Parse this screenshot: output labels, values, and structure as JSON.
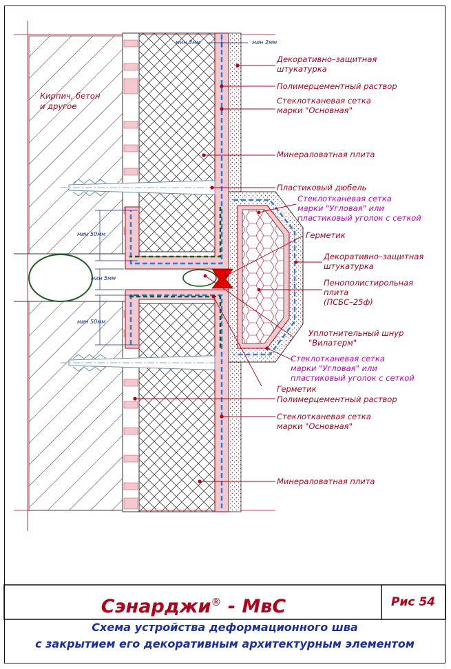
{
  "labels": {
    "kirpich_1": "Кирпич, бетон",
    "kirpich_2": "и другое",
    "dekor_top_1": "Декоративно–защитная",
    "dekor_top_2": "штукатурка",
    "polimer_top": "Полимерцементный раствор",
    "setka_osn_top_1": "Стеклотканевая сетка",
    "setka_osn_top_2": "марки \"Основная\"",
    "mineral_top": "Минераловатная плита",
    "dyubel": "Пластиковый дюбель",
    "setka_ugl_top_1": "Стеклотканевая сетка",
    "setka_ugl_top_2": "марки \"Угловая\" или",
    "setka_ugl_top_3": "пластиковый уголок с сеткой",
    "germetik_top": "Герметик",
    "dekor_mid_1": "Декоративно–защитная",
    "dekor_mid_2": "штукатурка",
    "penopol_1": "Пенополистирольная",
    "penopol_2": "плита",
    "penopol_3": "(ПСБС–25ф)",
    "shnur_1": "Уплотнительный шнур",
    "shnur_2": "\"Вилатерм\"",
    "setka_ugl_bot_1": "Стеклотканевая сетка",
    "setka_ugl_bot_2": "марки \"Угловая\" или",
    "setka_ugl_bot_3": "пластиковый уголок с сеткой",
    "germetik_bot": "Герметик",
    "polimer_bot": "Полимерцементный раствор",
    "setka_osn_bot_1": "Стеклотканевая сетка",
    "setka_osn_bot_2": "марки \"Основная\"",
    "mineral_bot": "Минераловатная плита"
  },
  "dimensions": {
    "min_3mm": "мин 3мм",
    "min_2mm": "мин 2мм",
    "min_50mm_top": "мин 50мм",
    "min_5mm": "мин 5мм",
    "min_50mm_bot": "мин 50мм"
  },
  "footer": {
    "brand": "Сэнарджи",
    "registered": "®",
    "suffix": " - МвС",
    "figure": "Рис 54",
    "caption_line1": "Схема устройства деформационного шва",
    "caption_line2": "с закрытием его декоративным архитектурным элементом"
  },
  "colors": {
    "label_red": "#b3001a",
    "label_magenta": "#c000c0",
    "dimension_blue": "#0d2a8a",
    "mesh_blue": "#2a7fd4",
    "render_pink": "#f3c9cf",
    "sealant_red": "#e00000",
    "cord_green": "#1b5e20"
  }
}
